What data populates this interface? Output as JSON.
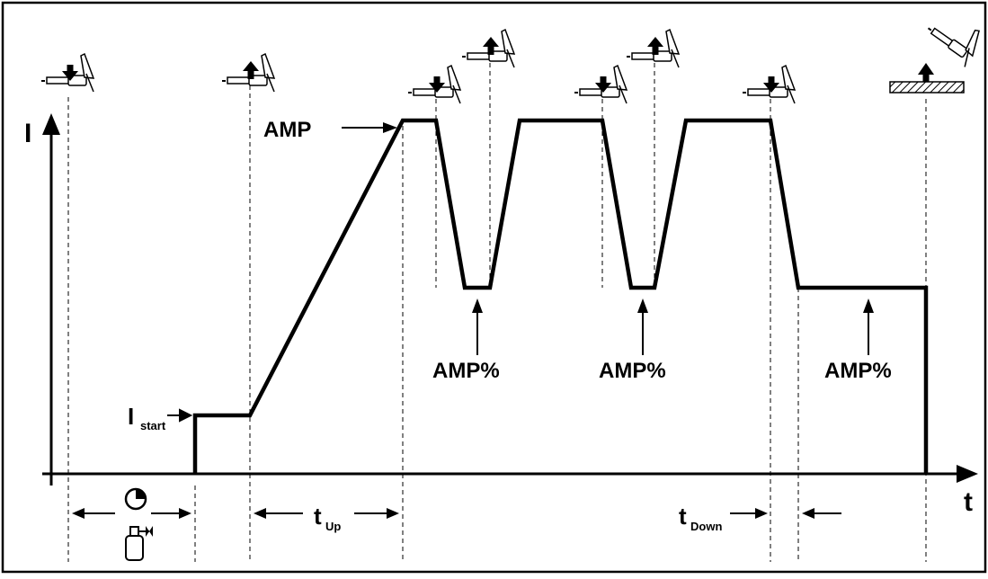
{
  "axes": {
    "y_label": "I",
    "x_label": "t"
  },
  "labels": {
    "amp": "AMP",
    "amp_pct_1": "AMP%",
    "amp_pct_2": "AMP%",
    "amp_pct_3": "AMP%",
    "i_start_main": "I",
    "i_start_sub": "start",
    "t_up_main": "t",
    "t_up_sub": "Up",
    "t_down_main": "t",
    "t_down_sub": "Down"
  },
  "torch_actions": [
    {
      "action": "press",
      "icon": "torch-trigger-press-icon"
    },
    {
      "action": "release",
      "icon": "torch-trigger-release-icon"
    },
    {
      "action": "press",
      "icon": "torch-trigger-press-icon"
    },
    {
      "action": "release",
      "icon": "torch-trigger-release-icon"
    },
    {
      "action": "press",
      "icon": "torch-trigger-press-icon"
    },
    {
      "action": "release",
      "icon": "torch-trigger-release-icon"
    },
    {
      "action": "press",
      "icon": "torch-trigger-press-icon"
    },
    {
      "action": "lift",
      "icon": "torch-lift-off-workpiece-icon"
    }
  ],
  "icons": {
    "pre_gas_time": "timer-icon",
    "gas_cylinder": "gas-cylinder-icon"
  }
}
